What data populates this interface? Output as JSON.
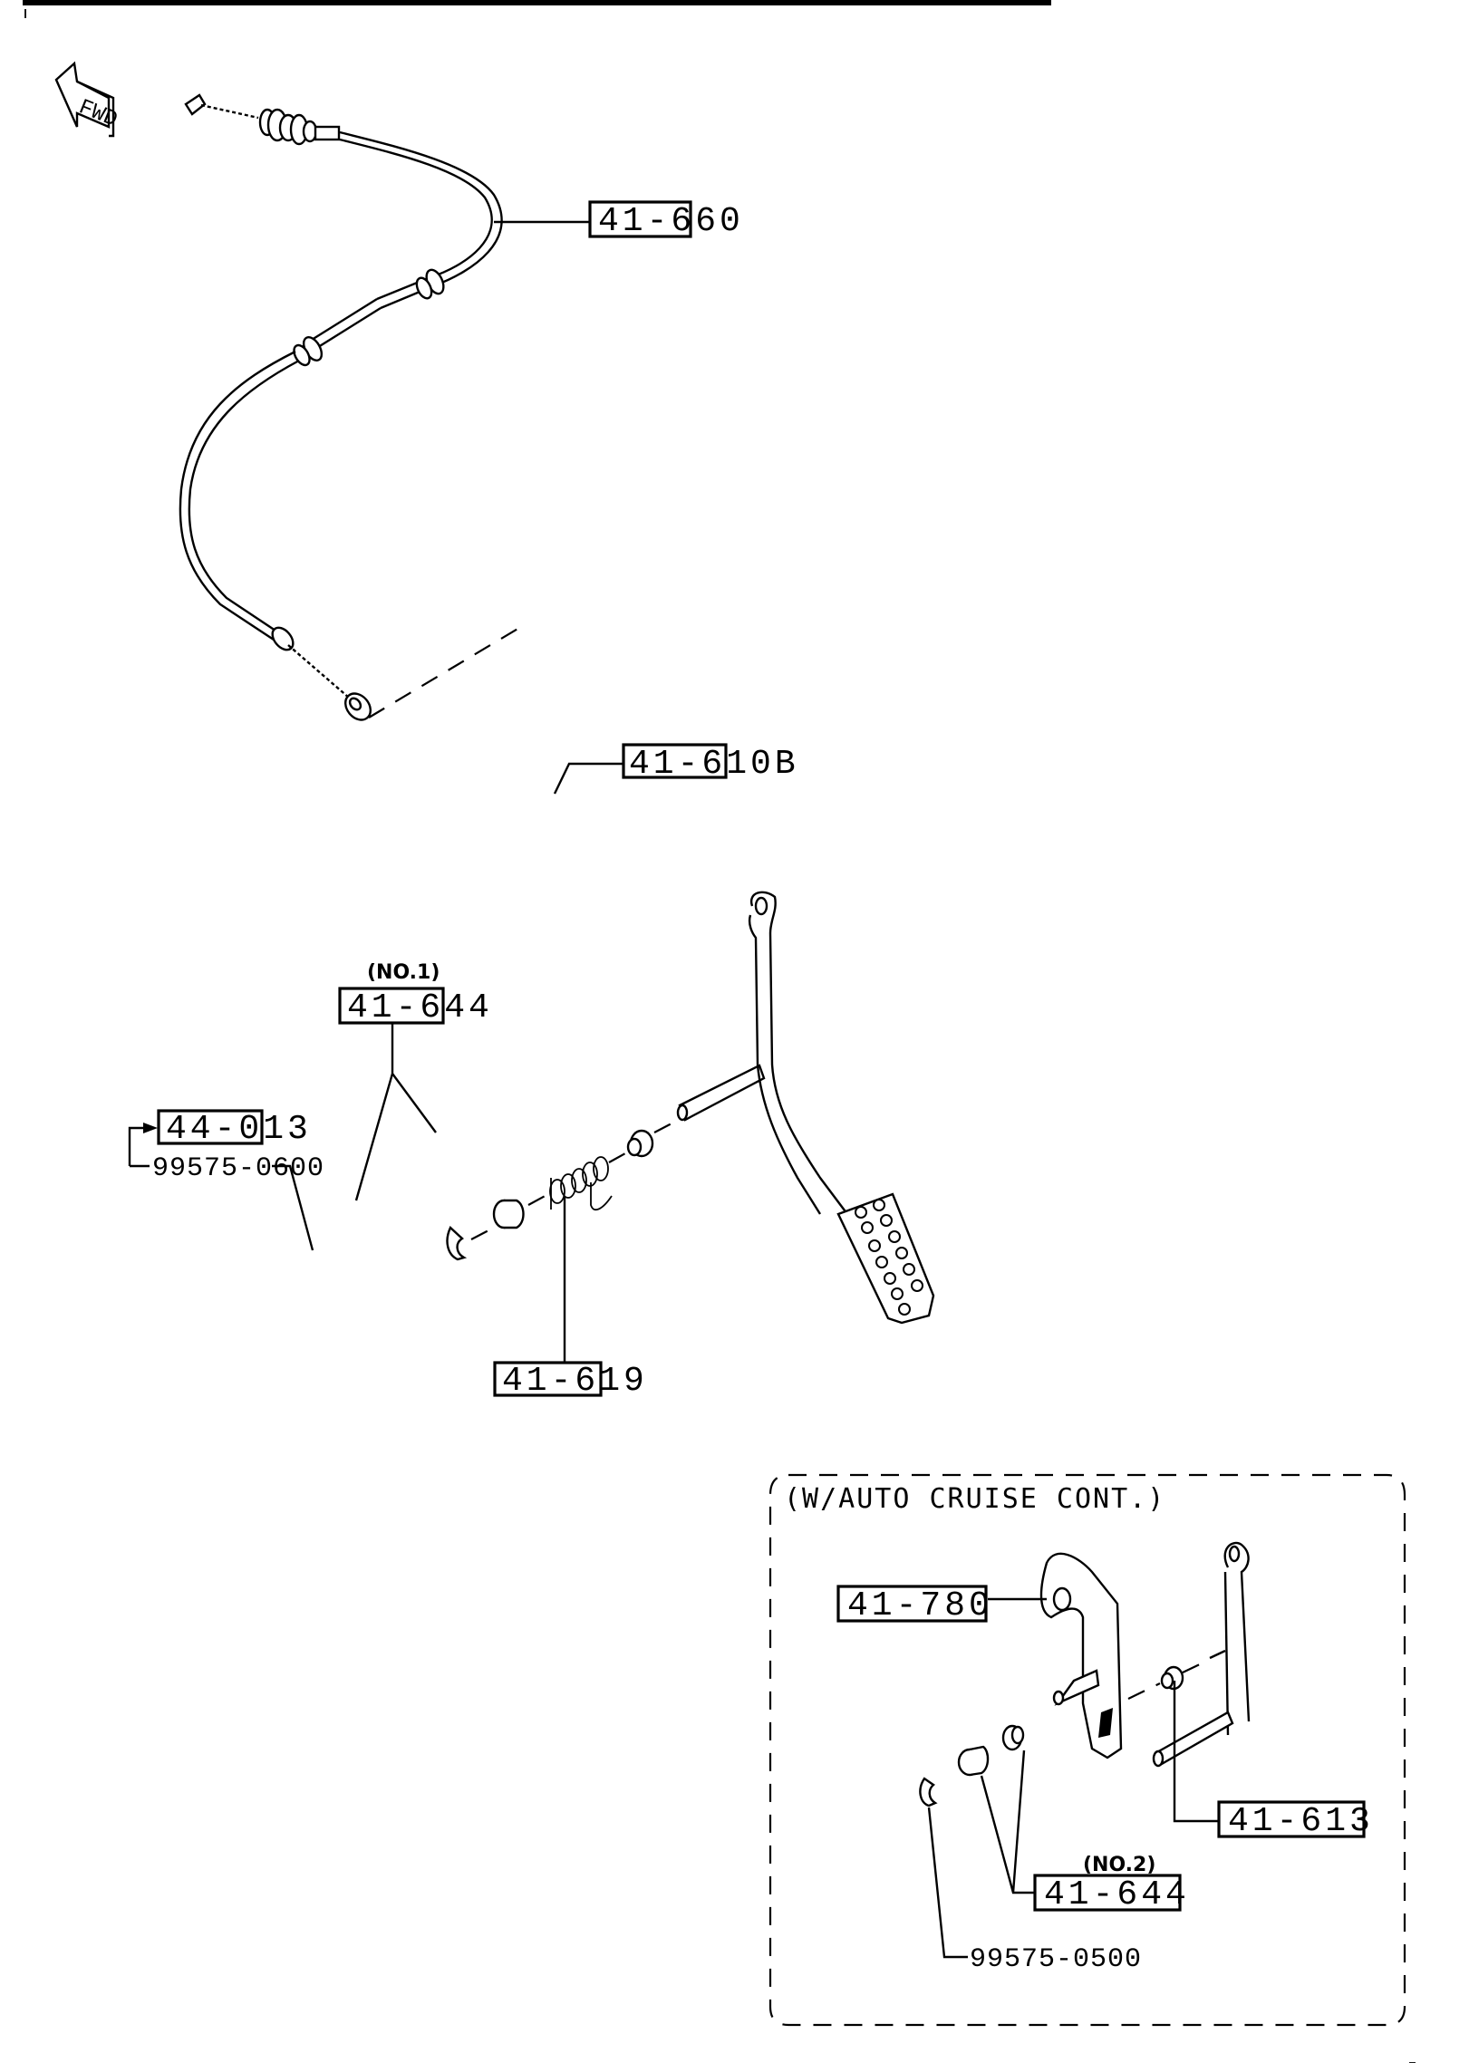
{
  "diagram": {
    "title": "Accelerator Pedal & Cable Assembly",
    "direction_indicator": {
      "label": "FWD",
      "icon": "forward-arrow-icon"
    },
    "callouts": [
      {
        "id": "cable",
        "part_number": "41-660",
        "boxed": true,
        "note": ""
      },
      {
        "id": "bushing-no1",
        "part_number": "41-644",
        "boxed": true,
        "note": "(NO.1)"
      },
      {
        "id": "ref-group",
        "part_number": "44-013",
        "boxed": true,
        "note": ""
      },
      {
        "id": "clip-main",
        "part_number": "99575-0600",
        "boxed": false,
        "note": ""
      },
      {
        "id": "pedal",
        "part_number": "41-610B",
        "boxed": true,
        "note": ""
      },
      {
        "id": "spring",
        "part_number": "41-619",
        "boxed": true,
        "note": ""
      },
      {
        "id": "lever",
        "part_number": "41-780",
        "boxed": true,
        "note": ""
      },
      {
        "id": "pin",
        "part_number": "41-613",
        "boxed": true,
        "note": ""
      },
      {
        "id": "bushing-no2",
        "part_number": "41-644",
        "boxed": true,
        "note": "(NO.2)"
      },
      {
        "id": "clip-cruise",
        "part_number": "99575-0500",
        "boxed": false,
        "note": ""
      }
    ],
    "inset": {
      "heading": "(W/AUTO CRUISE CONT.)"
    }
  }
}
